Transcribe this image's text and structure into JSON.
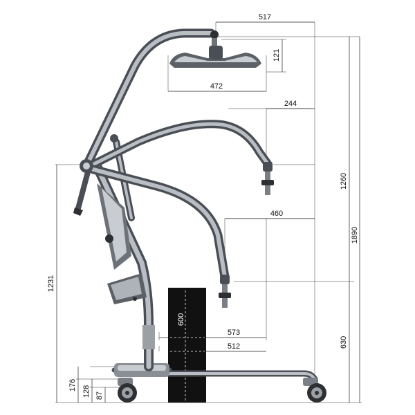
{
  "diagram": {
    "dimensions": {
      "hanger_reach": "517",
      "hanger_height": "121",
      "hanger_width": "472",
      "upper_boom_reach": "244",
      "lower_boom_reach": "460",
      "upper_lift_height": "1260",
      "total_height": "1890",
      "lower_lift_height": "630",
      "pivot_height": "1231",
      "base_clearance_width": "600",
      "leg_length_outer": "573",
      "leg_length_inner": "512",
      "leg_height": "176",
      "leg_top_height": "128",
      "wheel_height": "87"
    },
    "colors": {
      "frame": "#4a4f55",
      "frame_highlight": "#b9bec4",
      "chair": "#111111",
      "line": "#222222"
    }
  }
}
